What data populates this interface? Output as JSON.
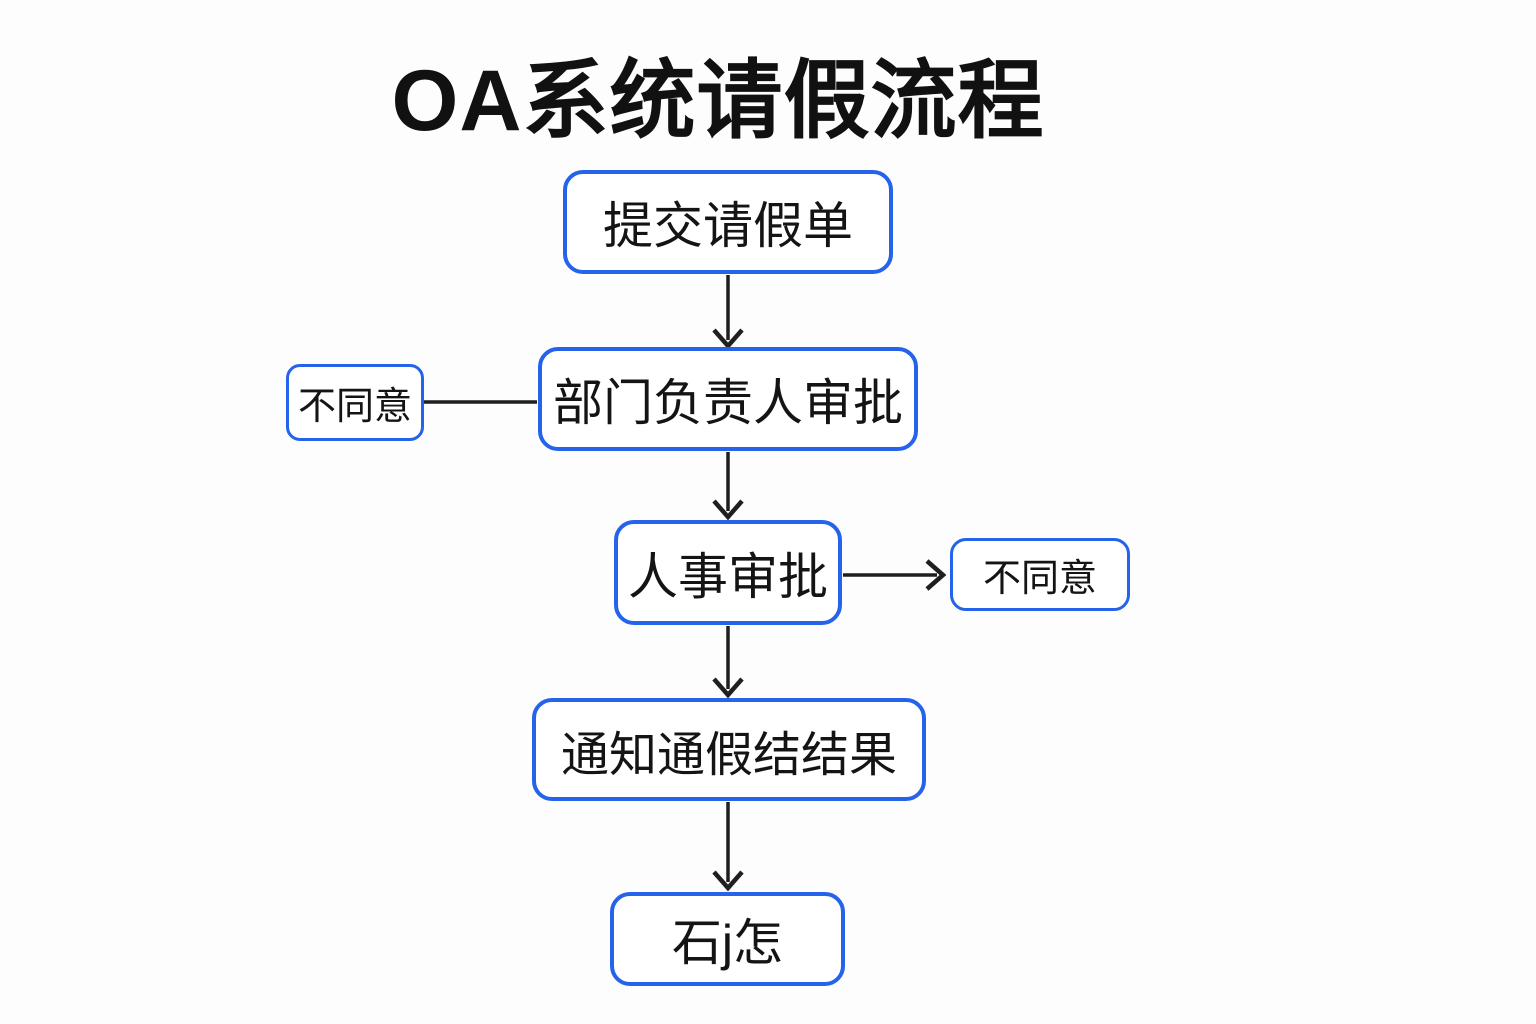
{
  "title": "OA系统请假流程",
  "flow": {
    "nodes": [
      {
        "id": "submit",
        "label": "提交请假单",
        "type": "step"
      },
      {
        "id": "dept-approval",
        "label": "部门负责人审批",
        "type": "step"
      },
      {
        "id": "dept-reject",
        "label": "不同意",
        "type": "outcome"
      },
      {
        "id": "hr-approval",
        "label": "人事审批",
        "type": "step"
      },
      {
        "id": "hr-reject",
        "label": "不同意",
        "type": "outcome"
      },
      {
        "id": "notify-result",
        "label": "通知通假结结果",
        "type": "step"
      },
      {
        "id": "end",
        "label": "石j怎",
        "type": "step"
      }
    ],
    "edges": [
      {
        "from": "submit",
        "to": "dept-approval",
        "style": "arrow"
      },
      {
        "from": "dept-approval",
        "to": "dept-reject",
        "style": "plain-line"
      },
      {
        "from": "dept-approval",
        "to": "hr-approval",
        "style": "arrow"
      },
      {
        "from": "hr-approval",
        "to": "hr-reject",
        "style": "arrow"
      },
      {
        "from": "hr-approval",
        "to": "notify-result",
        "style": "arrow"
      },
      {
        "from": "notify-result",
        "to": "end",
        "style": "arrow"
      }
    ]
  },
  "colors": {
    "node_border": "#2563eb",
    "node_fill": "#ffffff",
    "connector": "#1f1f1f",
    "text": "#141414",
    "background": "#fdfdfd"
  }
}
